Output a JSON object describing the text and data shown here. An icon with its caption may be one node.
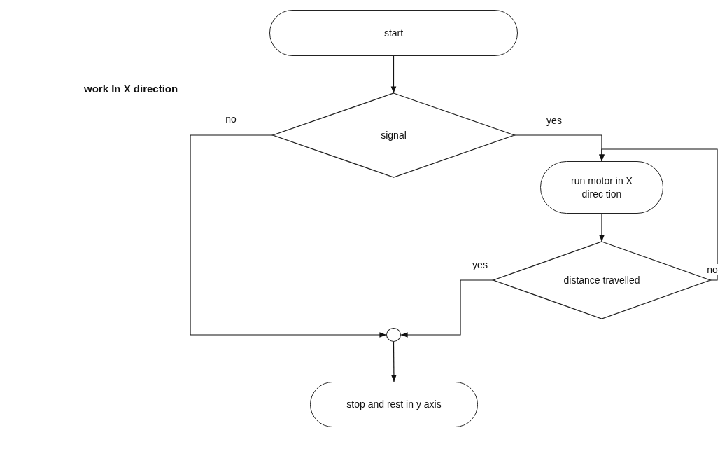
{
  "diagram": {
    "title": "work In X direction",
    "nodes": [
      {
        "text": [
          "start"
        ]
      },
      {
        "text": [
          "signal"
        ]
      },
      {
        "text": [
          "run motor in X direc tion"
        ]
      },
      {
        "text": [
          "distance travelled"
        ]
      },
      {
        "text": [],
        "shape": "circle"
      },
      {
        "text": [
          "stop and rest in y axis"
        ]
      }
    ],
    "edges": [
      {
        "from": 0,
        "to": 1,
        "arrow": "to"
      },
      {
        "from": 1,
        "to": 4,
        "arrow": "to",
        "label": "no"
      },
      {
        "from": 1,
        "to": 2,
        "arrow": "to",
        "label": "yes"
      },
      {
        "from": 2,
        "to": 3,
        "arrow": "to"
      },
      {
        "from": 3,
        "to": 2,
        "arrow": "to",
        "label": "no"
      },
      {
        "from": 3,
        "to": 4,
        "arrow": "to",
        "label": "yes"
      },
      {
        "from": 4,
        "to": 5,
        "arrow": "to"
      }
    ]
  }
}
